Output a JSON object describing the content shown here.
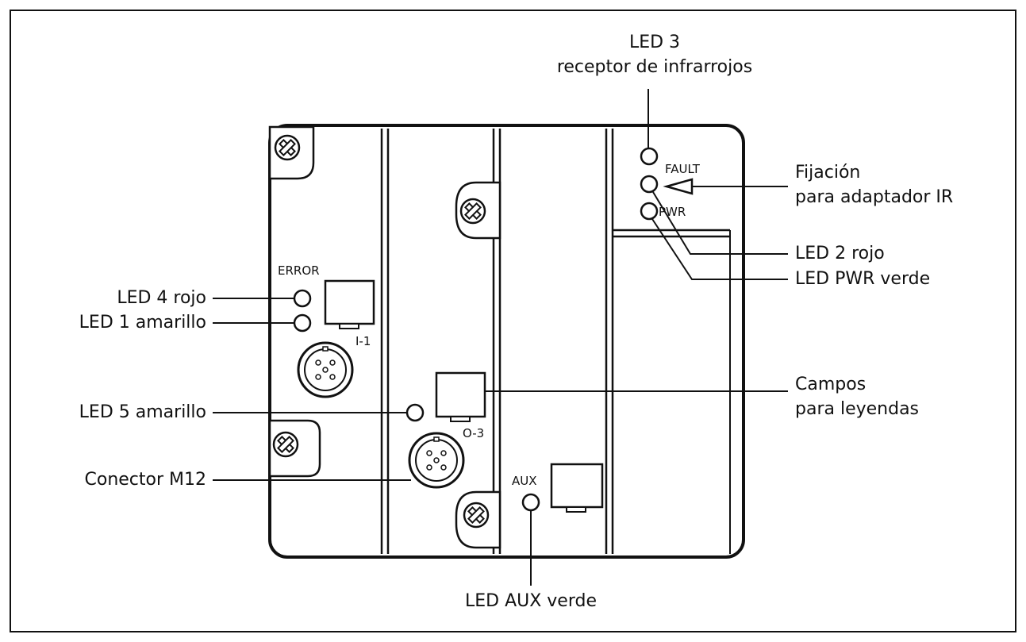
{
  "callouts": {
    "led3_line1": "LED 3",
    "led3_line2": "receptor de infrarrojos",
    "fijacion_line1": "Fijación",
    "fijacion_line2": "para adaptador IR",
    "led2": "LED 2 rojo",
    "ledpwr": "LED PWR verde",
    "led4": "LED 4 rojo",
    "led1": "LED 1 amarillo",
    "led5": "LED 5 amarillo",
    "conector": "Conector M12",
    "campos_line1": "Campos",
    "campos_line2": "para leyendas",
    "ledaux": "LED AUX verde"
  },
  "device_markings": {
    "error": "ERROR",
    "i1": "I-1",
    "o3": "O-3",
    "aux": "AUX",
    "fault": "FAULT",
    "pwr": "PWR"
  }
}
